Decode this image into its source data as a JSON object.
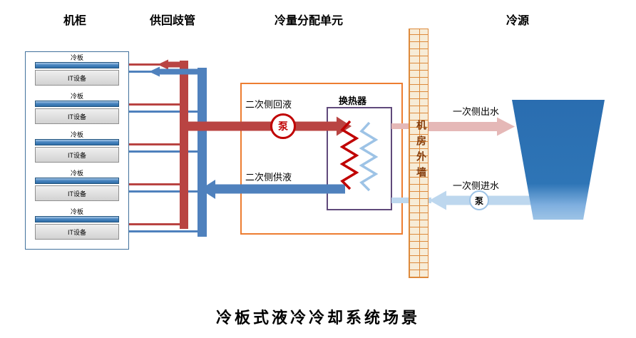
{
  "headers": {
    "cabinet": "机柜",
    "manifold": "供回歧管",
    "cdu": "冷量分配单元",
    "cold_source": "冷源"
  },
  "cabinet": {
    "units": [
      {
        "cold_plate": "冷板",
        "it_device": "IT设备"
      },
      {
        "cold_plate": "冷板",
        "it_device": "IT设备"
      },
      {
        "cold_plate": "冷板",
        "it_device": "IT设备"
      },
      {
        "cold_plate": "冷板",
        "it_device": "IT设备"
      },
      {
        "cold_plate": "冷板",
        "it_device": "IT设备"
      }
    ]
  },
  "cdu": {
    "secondary_return_label": "二次侧回液",
    "secondary_supply_label": "二次侧供液",
    "heat_exchanger_label": "换热器",
    "pump_label": "泵"
  },
  "wall": {
    "label": "机房外墙"
  },
  "primary_side": {
    "outlet_label": "一次侧出水",
    "inlet_label": "一次侧进水",
    "pump_label": "泵"
  },
  "caption": "冷板式液冷冷却系统场景",
  "colors": {
    "hot_red": "#B94442",
    "coil_red": "#C00000",
    "cold_blue": "#4F81BD",
    "light_pink": "#E5B8B7",
    "light_blue": "#BDD7EE",
    "cdu_border_orange": "#ED7D31",
    "hx_border_purple": "#604A7B",
    "wall_brick": "#DD8A3C",
    "source_blue": "#2E75B6"
  }
}
